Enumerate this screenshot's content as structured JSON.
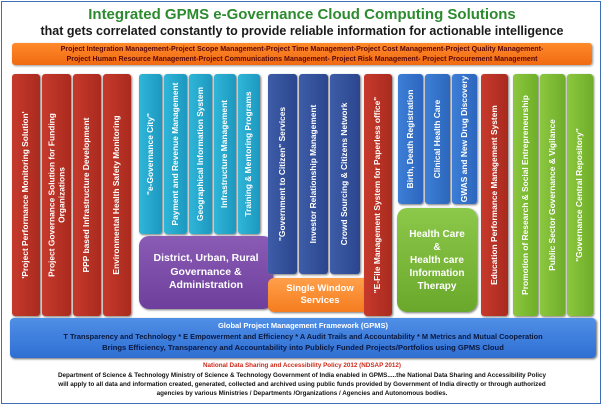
{
  "title": "Integrated GPMS e-Governance Cloud Computing Solutions",
  "subtitle": "that gets correlated constantly to provide reliable information for actionable intelligence",
  "management_banner": {
    "line1": "Project Integration Management-Project Scope Management-Project Time Management-Project Cost Management-Project Quality Management-",
    "line2": "Project Human Resource Management-Project Communications Management- Project Risk Management- Project Procurement Management"
  },
  "red_columns": [
    "'Project Performance Monitoring Solution'",
    "Project Governance Solution for Funding Organizations",
    "PPP based Infrastructure Development",
    "Environmental Health Safety Monitoring"
  ],
  "cyan_columns": [
    "\"e-Governance City\"",
    "Payment and Revenue Management",
    "Geographical Information System",
    "Infrastructure Management",
    "Training & Mentoring Programs"
  ],
  "district_box": "District, Urban, Rural Governance & Administration",
  "navy_columns": [
    "\"Government to Citizen\" Services",
    "Investor Relationship Management",
    "Crowd Sourcing & Citizens Network"
  ],
  "single_window": "Single Window Services",
  "efile_column": "\"E-File Management System for Paperless office\"",
  "blue_columns": [
    "Birth, Death Registration",
    "Clinical Health Care",
    "GWAS and New Drug Discovery"
  ],
  "health_box": {
    "line1": "Health Care",
    "line2": "&",
    "line3": "Health care",
    "line4": "Information",
    "line5": "Therapy"
  },
  "education_column": "Education Performance Management System",
  "green_columns": [
    "Promotion of Research & Social Entrepreneurship",
    "Public Sector Governance & Vigilance",
    "\"Governance Central Repository\""
  ],
  "framework": {
    "title": "Global Project Management Framework (GPMS)",
    "line1": "T  Transparency and Technology  * E  Empowerment and Efficiency  * A  Audit Trails and Accountability  * M  Metrics and Mutual Cooperation",
    "line2": "Brings Efficiency, Transparency and Accountability into Publicly Funded Projects/Portfolios using GPMS Cloud"
  },
  "footer": {
    "policy_title": "National Data Sharing and Accessibility Policy 2012 (NDSAP 2012)",
    "line1": "Department of Science & Technology Ministry of Science & Technology Government of India enabled in GPMS.....the National Data Sharing and Accessibility Policy",
    "line2": "will apply to all data and information created, generated, collected and archived using public funds provided by Government of India directly or through authorized",
    "line3": "agencies by various Ministries / Departments /Organizations / Agencies and Autonomous bodies."
  },
  "colors": {
    "title_green": "#2c8a2f",
    "banner_orange": "#f47a1f",
    "red": "#b8321f",
    "cyan": "#27a9d1",
    "navy": "#34509b",
    "purple": "#7d4ea6",
    "blue": "#3573c9",
    "green": "#7dba35",
    "framework_blue": "#3a7ddb"
  }
}
